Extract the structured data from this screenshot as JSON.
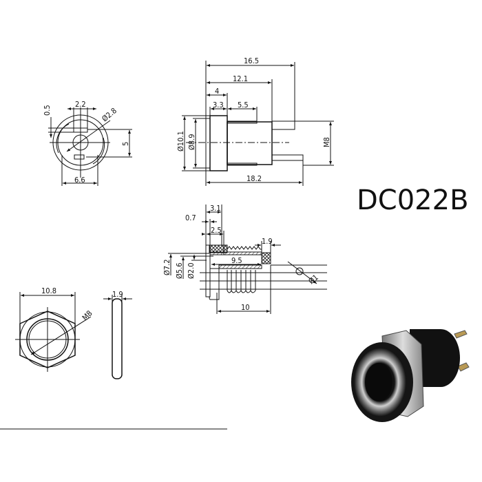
{
  "title": "DC022B",
  "front_view": {
    "d1": "0.5",
    "d2": "2.2",
    "d3": "Ø2.8",
    "d4": "5",
    "d5": "6.6"
  },
  "side_view": {
    "d1": "16.5",
    "d2": "12.1",
    "d3": "4",
    "d4": "3.3",
    "d5": "5.5",
    "d6": "Ø10.1",
    "d7": "Ø8.9",
    "d8": "M8",
    "d9": "18.2"
  },
  "section_view": {
    "d1": "3.1",
    "d2": "0.7",
    "d3": "2.5",
    "d4": "1.9",
    "d5": "Ø7.2",
    "d6": "Ø5.6",
    "d7": "Ø2.0",
    "d8": "9.5",
    "d9": "10",
    "d10": "Ø1"
  },
  "nut_view": {
    "d1": "10.8",
    "d2": "M8",
    "d3": "1.9"
  }
}
